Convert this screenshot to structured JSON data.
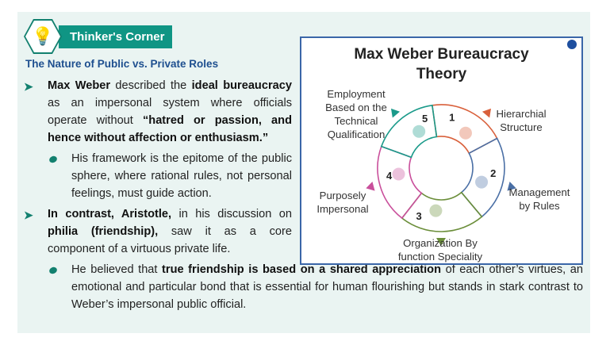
{
  "header": {
    "title": "Thinker's Corner",
    "icon": "lightbulb-brain-icon"
  },
  "subtitle": "The Nature of Public vs. Private Roles",
  "bullets": [
    {
      "parts": [
        "Max Weber",
        " described the ",
        "ideal bureaucracy",
        " as an impersonal system where officials operate without ",
        "“hatred or passion, and hence without affection or enthusiasm.”"
      ]
    },
    {
      "parts": [
        "His framework is the epitome of the public sphere, where rational rules, not personal feelings, must guide action."
      ]
    },
    {
      "parts": [
        "In contrast, Aristotle,",
        " in his discussion on ",
        "philia (friendship),",
        " saw it as a core component of a virtuous private life."
      ]
    },
    {
      "parts": [
        "He believed that ",
        "true friendship is based on a shared appreciation",
        " of each other’s virtues, an emotional and particular bond that is essential for human flourishing but stands in stark contrast to Weber’s impersonal public official."
      ]
    }
  ],
  "diagram": {
    "title_line1": "Max Weber Bureaucracy",
    "title_line2": "Theory",
    "segments": [
      {
        "num": "1",
        "label1": "Hierarchial",
        "label2": "Structure",
        "color": "#d9603b"
      },
      {
        "num": "2",
        "label1": "Management",
        "label2": "by Rules",
        "color": "#4a6fa5"
      },
      {
        "num": "3",
        "label1": "Organization By",
        "label2": "function Speciality",
        "color": "#6b8e3a"
      },
      {
        "num": "4",
        "label1": "Purposely",
        "label2": "Impersonal",
        "color": "#c94f9b"
      },
      {
        "num": "5",
        "label1": "Employment",
        "label2": "Based on the",
        "label3": "Technical",
        "label4": "Qualification",
        "color": "#1a9a8a"
      }
    ]
  }
}
